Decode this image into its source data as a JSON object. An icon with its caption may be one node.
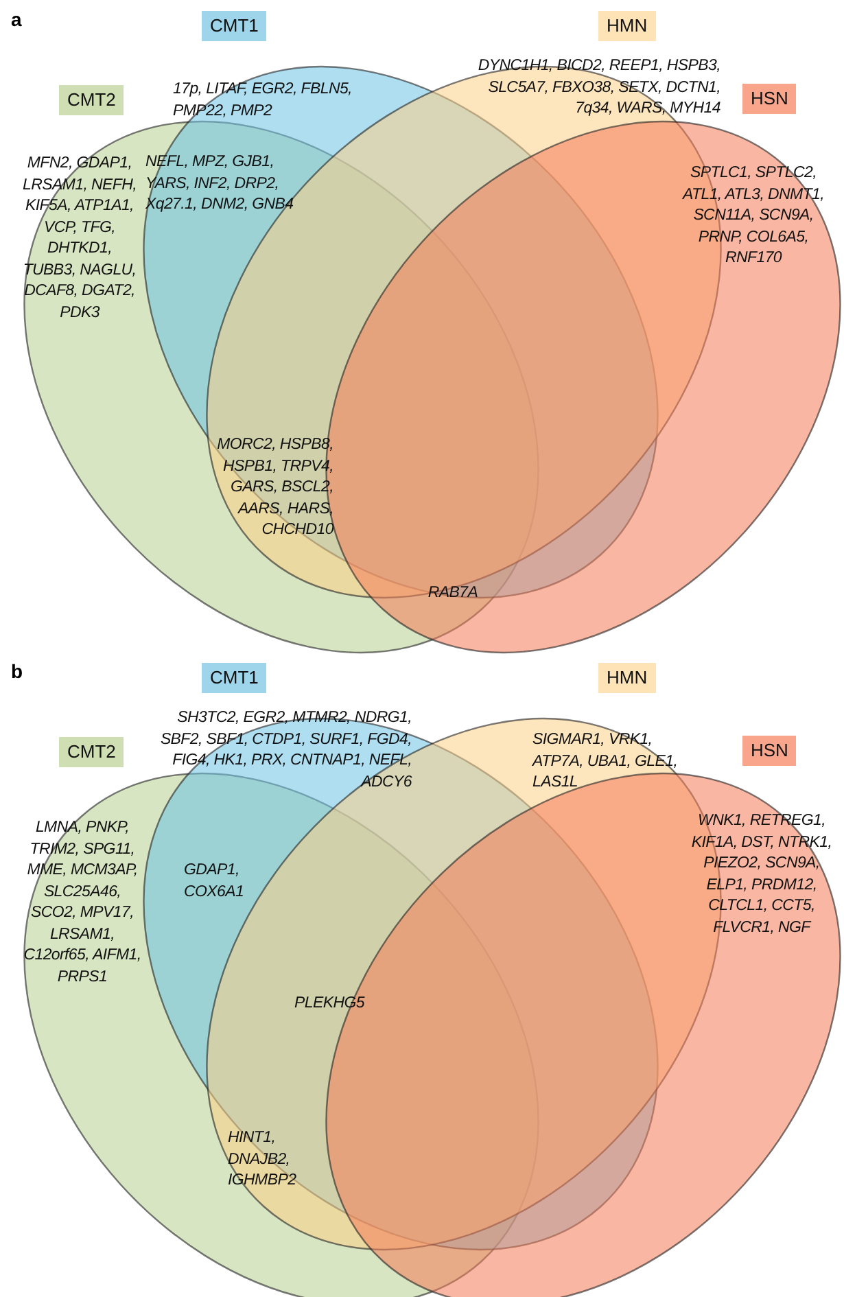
{
  "diagram": {
    "nodes": [
      {
        "text": [
          "CMT2"
        ]
      },
      {
        "text": [
          "CMT1"
        ]
      },
      {
        "text": [
          "HMN"
        ]
      },
      {
        "text": [
          "HSN"
        ]
      },
      {
        "text": [
          "CMT2"
        ]
      },
      {
        "text": [
          "CMT1"
        ]
      },
      {
        "text": [
          "HMN"
        ]
      },
      {
        "text": [
          "HSN"
        ]
      }
    ],
    "labels": [
      "a",
      "17p, LITAF, EGR2, FBLN5, PMP22, PMP2",
      "DYNC1H1, BICD2, REEP1, HSPB3, SLC5A7, FBXO38, SETX, DCTN1, 7q34, WARS, MYH14",
      "MFN2, GDAP1, LRSAM1, NEFH, KIF5A, ATP1A1, VCP, TFG, DHTKD1, TUBB3, NAGLU, DCAF8, DGAT2, PDK3",
      "NEFL, MPZ, GJB1, YARS, INF2, DRP2, Xq27.1, DNM2, GNB4",
      "SPTLC1, SPTLC2, ATL1, ATL3, DNMT1, SCN11A, SCN9A, PRNP, COL6A5, RNF170",
      "MORC2, HSPB8, HSPB1, TRPV4, GARS, BSCL2, AARS, HARS, CHCHD10",
      "RAB7A",
      "b",
      "SH3TC2, EGR2, MTMR2, NDRG1, SBF2, SBF1, CTDP1, SURF1, FGD4, FIG4, HK1, PRX, CNTNAP1, NEFL, ADCY6",
      "SIGMAR1, VRK1, ATP7A, UBA1, GLE1, LAS1L",
      "LMNA, PNKP, TRIM2, SPG11, MME, MCM3AP, SLC25A46, SCO2, MPV17, LRSAM1, C12orf65, AIFM1, PRPS1",
      "GDAP1, COX6A1",
      "WNK1, RETREG1, KIF1A, DST, NTRK1, PIEZO2, SCN9A, ELP1, PRDM12, CLTCL1, CCT5, FLVCR1, NGF",
      "PLEKHG5",
      "HINT1, DNAJB2, IGHMBP2"
    ]
  }
}
